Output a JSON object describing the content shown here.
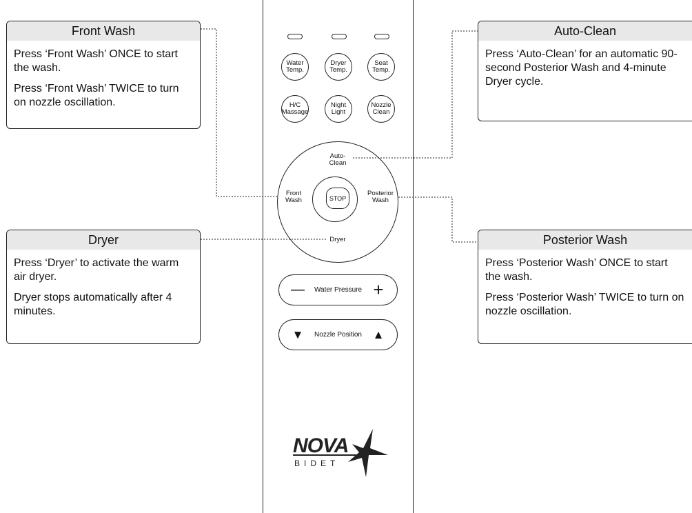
{
  "callouts": {
    "front_wash": {
      "title": "Front Wash",
      "lines": [
        "Press ‘Front Wash’ ONCE to start the wash.",
        "Press ‘Front Wash’ TWICE to turn on nozzle oscillation."
      ]
    },
    "dryer": {
      "title": "Dryer",
      "lines": [
        "Press ‘Dryer’ to activate the warm air dryer.",
        "Dryer stops automatically after 4 minutes."
      ]
    },
    "auto_clean": {
      "title": "Auto-Clean",
      "lines": [
        "Press ‘Auto-Clean’ for an automatic 90-second Posterior Wash and 4-minute Dryer cycle."
      ]
    },
    "posterior_wash": {
      "title": "Posterior Wash",
      "lines": [
        "Press ‘Posterior Wash’ ONCE to start the wash.",
        "Press ‘Posterior Wash’ TWICE to turn on nozzle oscillation."
      ]
    }
  },
  "remote": {
    "buttons_row1": [
      "Water\nTemp.",
      "Dryer\nTemp.",
      "Seat\nTemp."
    ],
    "buttons_row2": [
      "H/C\nMassage",
      "Night\nLight",
      "Nozzle\nClean"
    ],
    "wheel": {
      "top": "Auto-\nClean",
      "left": "Front\nWash",
      "right": "Posterior\nWash",
      "bottom": "Dryer",
      "center": "STOP"
    },
    "water_pressure": {
      "label": "Water Pressure",
      "minus": "—",
      "plus": "+"
    },
    "nozzle_position": {
      "label": "Nozzle Position",
      "down": "▼",
      "up": "▲"
    },
    "logo": {
      "brand": "NOVA",
      "sub": "BIDET"
    }
  }
}
